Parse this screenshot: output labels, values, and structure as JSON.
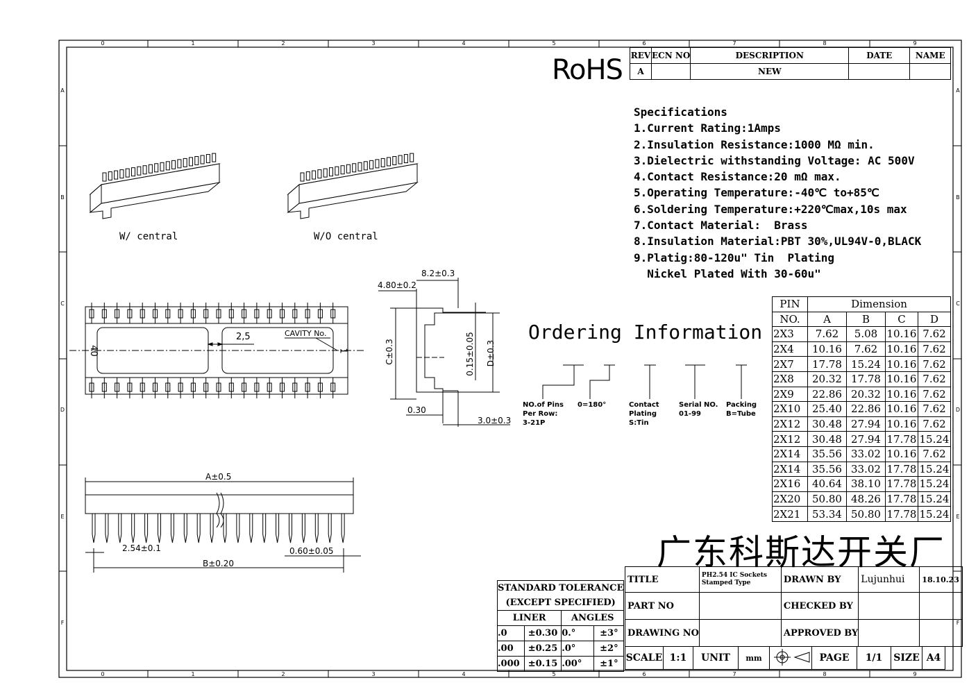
{
  "rohs": "RoHS",
  "revision_table": {
    "headers": [
      "REV",
      "ECN NO",
      "DESCRIPTION",
      "DATE",
      "NAME"
    ],
    "rows": [
      [
        "A",
        "",
        "NEW",
        "",
        ""
      ]
    ]
  },
  "specifications": {
    "title": "Specifications",
    "lines": [
      "1.Current Rating:1Amps",
      "2.Insulation Resistance:1000 MΩ min.",
      "3.Dielectric withstanding Voltage: AC 500V",
      "4.Contact Resistance:20 mΩ max.",
      "5.Operating Temperature:-40℃ to+85℃",
      "6.Soldering Temperature:+220℃max,10s max",
      "7.Contact Material:  Brass",
      "8.Insulation Material:PBT 30%,UL94V-0,BLACK",
      "9.Platig:80-120u\" Tin  Plating",
      "  Nickel Plated With 30-60u\""
    ]
  },
  "iso_labels": {
    "with_central": "W/ central",
    "without_central": "W/O central"
  },
  "ordering": {
    "title": "Ordering Information",
    "notes": [
      "NO.of Pins\nPer Row:\n3-21P",
      "0=180°",
      "Contact\nPlating\nS:Tin",
      "Serial NO.\n01-99",
      "Packing\nB=Tube"
    ]
  },
  "dimension_table": {
    "pin_header": [
      "PIN",
      "NO."
    ],
    "group_header": "Dimension",
    "columns": [
      "A",
      "B",
      "C",
      "D"
    ],
    "rows": [
      [
        "2X3",
        "7.62",
        "5.08",
        "10.16",
        "7.62"
      ],
      [
        "2X4",
        "10.16",
        "7.62",
        "10.16",
        "7.62"
      ],
      [
        "2X7",
        "17.78",
        "15.24",
        "10.16",
        "7.62"
      ],
      [
        "2X8",
        "20.32",
        "17.78",
        "10.16",
        "7.62"
      ],
      [
        "2X9",
        "22.86",
        "20.32",
        "10.16",
        "7.62"
      ],
      [
        "2X10",
        "25.40",
        "22.86",
        "10.16",
        "7.62"
      ],
      [
        "2X12",
        "30.48",
        "27.94",
        "10.16",
        "7.62"
      ],
      [
        "2X12",
        "30.48",
        "27.94",
        "17.78",
        "15.24"
      ],
      [
        "2X14",
        "35.56",
        "33.02",
        "10.16",
        "7.62"
      ],
      [
        "2X14",
        "35.56",
        "33.02",
        "17.78",
        "15.24"
      ],
      [
        "2X16",
        "40.64",
        "38.10",
        "17.78",
        "15.24"
      ],
      [
        "2X20",
        "50.80",
        "48.26",
        "17.78",
        "15.24"
      ],
      [
        "2X21",
        "53.34",
        "50.80",
        "17.78",
        "15.24"
      ]
    ]
  },
  "drawing_labels": {
    "dim_25": "2,5",
    "cavity": "CAVITY No.",
    "pin40": "40",
    "pin1": "1",
    "dim_82": "8.2±0.3",
    "dim_480": "4.80±0.2",
    "dim_c": "C±0.3",
    "dim_015": "0.15±0.05",
    "dim_d": "D±0.3",
    "dim_030": "0.30",
    "dim_30": "3.0±0.3",
    "dim_a": "A±0.5",
    "dim_254": "2.54±0.1",
    "dim_060": "0.60±0.05",
    "dim_b": "B±0.20"
  },
  "border": {
    "columns": [
      "0",
      "1",
      "2",
      "3",
      "4",
      "5",
      "6",
      "7",
      "8",
      "9"
    ],
    "rows": [
      "A",
      "B",
      "C",
      "D",
      "E",
      "F"
    ]
  },
  "company": "广东科斯达开关厂",
  "tolerance": {
    "title1": "STANDARD TOLERANCE",
    "title2": "(EXCEPT  SPECIFIED)",
    "liner": "LINER",
    "angles": "ANGLES",
    "rows": [
      [
        ".0",
        "±0.30",
        "0.°",
        "±3°"
      ],
      [
        ".00",
        "±0.25",
        ".0°",
        "±2°"
      ],
      [
        ".000",
        "±0.15",
        ".00°",
        "±1°"
      ]
    ]
  },
  "title_block": {
    "title_label": "TITLE",
    "title_value": "PH2.54 IC Sockets\nStamped Type",
    "drawn_by_label": "DRAWN BY",
    "drawn_by": "Lujunhui",
    "date": "18.10.23",
    "part_no_label": "PART NO",
    "checked_by_label": "CHECKED BY",
    "drawing_no_label": "DRAWING NO",
    "approved_by_label": "APPROVED BY",
    "scale_label": "SCALE",
    "scale": "1:1",
    "unit_label": "UNIT",
    "unit": "mm",
    "page_label": "PAGE",
    "page": "1/1",
    "size_label": "SIZE",
    "size": "A4"
  }
}
